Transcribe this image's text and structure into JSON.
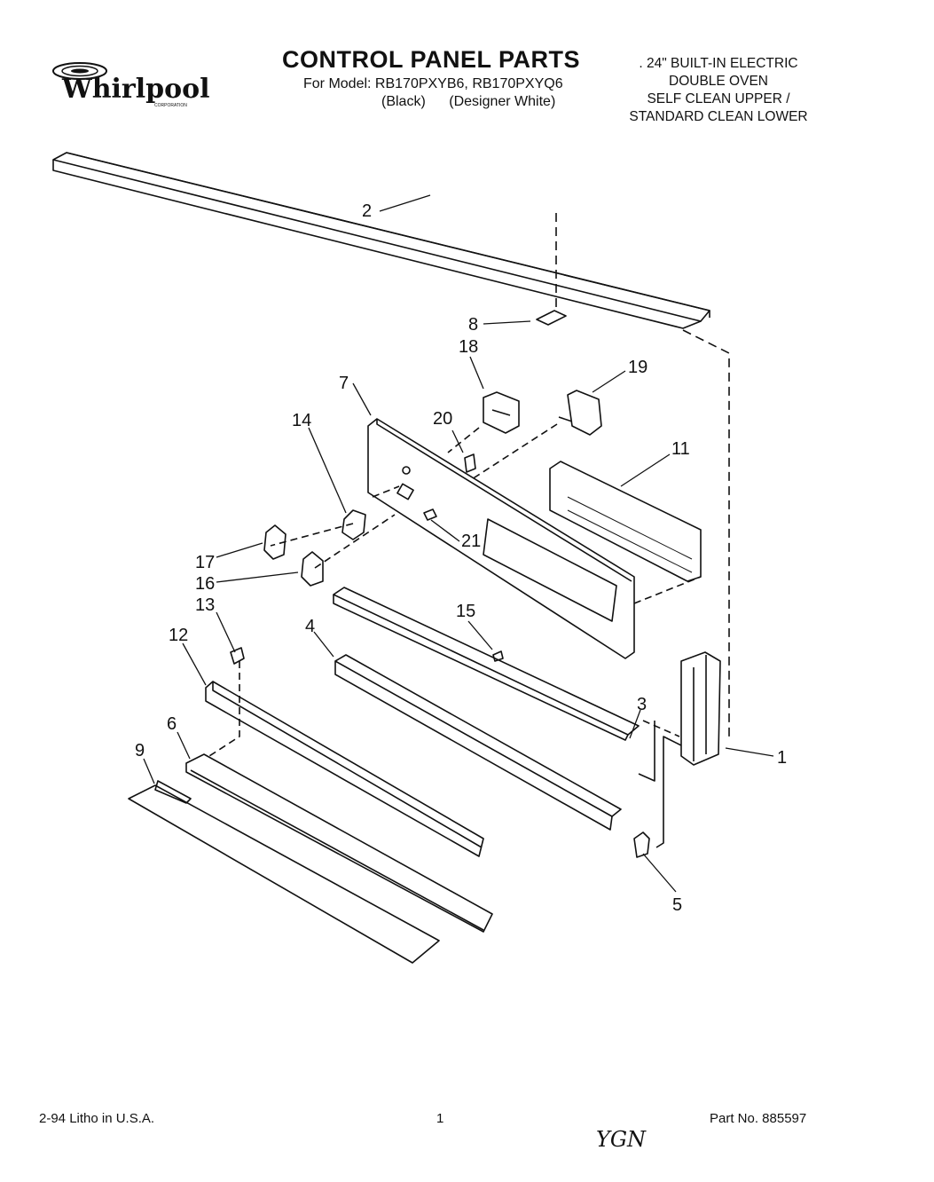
{
  "logo": {
    "brand": "Whirlpool",
    "sub": "CORPORATION"
  },
  "header": {
    "title": "CONTROL PANEL PARTS",
    "model_line": "For Model: RB170PXYB6, RB170PXYQ6",
    "variants": [
      "(Black)",
      "(Designer White)"
    ]
  },
  "description": [
    ". 24\" BUILT-IN ELECTRIC",
    "DOUBLE OVEN",
    "SELF CLEAN UPPER /",
    "STANDARD CLEAN LOWER"
  ],
  "callouts": [
    "2",
    "8",
    "18",
    "19",
    "7",
    "20",
    "14",
    "11",
    "21",
    "17",
    "16",
    "13",
    "15",
    "12",
    "4",
    "3",
    "1",
    "6",
    "9",
    "5"
  ],
  "footer": {
    "litho": "2-94  Litho in U.S.A.",
    "page": "1",
    "part_no": "Part No. 885597"
  },
  "handwritten": "YGN"
}
